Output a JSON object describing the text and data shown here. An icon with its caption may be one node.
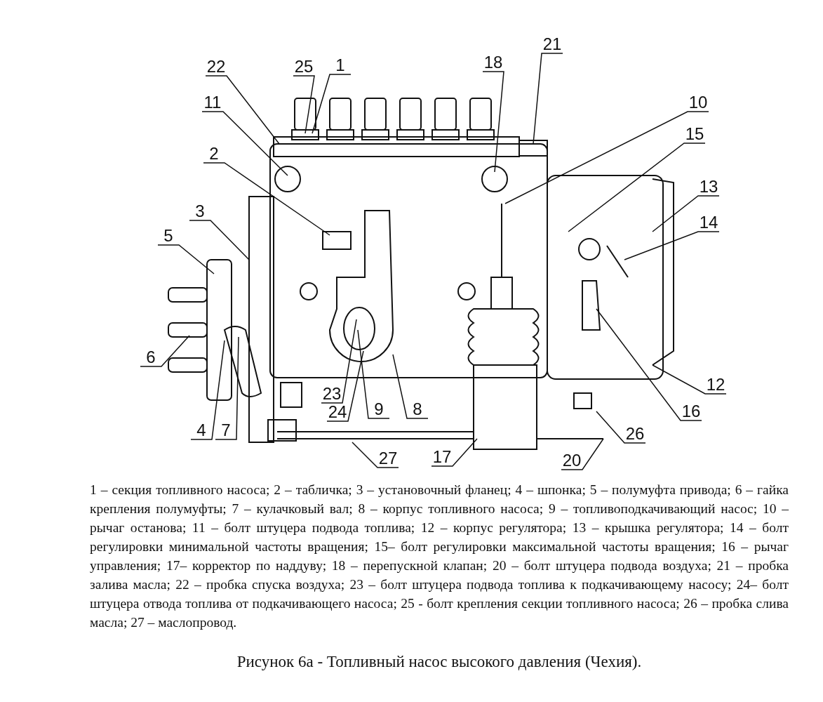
{
  "diagram": {
    "caption": "Рисунок 6а - Топливный насос высокого давления (Чехия).",
    "nodes": [
      {
        "text": [
          "21"
        ]
      },
      {
        "text": [
          "22"
        ]
      },
      {
        "text": [
          "25"
        ]
      },
      {
        "text": [
          "1"
        ]
      },
      {
        "text": [
          "18"
        ]
      },
      {
        "text": [
          "11"
        ]
      },
      {
        "text": [
          "10"
        ]
      },
      {
        "text": [
          "15"
        ]
      },
      {
        "text": [
          "2"
        ]
      },
      {
        "text": [
          "13"
        ]
      },
      {
        "text": [
          "3"
        ]
      },
      {
        "text": [
          "14"
        ]
      },
      {
        "text": [
          "5"
        ]
      },
      {
        "text": [
          "6"
        ]
      },
      {
        "text": [
          "23"
        ]
      },
      {
        "text": [
          "24"
        ]
      },
      {
        "text": [
          "9"
        ]
      },
      {
        "text": [
          "8"
        ]
      },
      {
        "text": [
          "12"
        ]
      },
      {
        "text": [
          "16"
        ]
      },
      {
        "text": [
          "4"
        ]
      },
      {
        "text": [
          "7"
        ]
      },
      {
        "text": [
          "26"
        ]
      },
      {
        "text": [
          "27"
        ]
      },
      {
        "text": [
          "17"
        ]
      },
      {
        "text": [
          "20"
        ]
      }
    ],
    "edges": [
      {
        "from": 0,
        "to": null,
        "arrow": "none"
      },
      {
        "from": 1,
        "to": null,
        "arrow": "none"
      },
      {
        "from": 2,
        "to": null,
        "arrow": "none"
      },
      {
        "from": 3,
        "to": null,
        "arrow": "none"
      },
      {
        "from": 4,
        "to": null,
        "arrow": "none"
      },
      {
        "from": 5,
        "to": null,
        "arrow": "none"
      },
      {
        "from": 6,
        "to": null,
        "arrow": "none"
      },
      {
        "from": 7,
        "to": null,
        "arrow": "none"
      },
      {
        "from": 8,
        "to": null,
        "arrow": "none"
      },
      {
        "from": 9,
        "to": null,
        "arrow": "none"
      },
      {
        "from": 10,
        "to": null,
        "arrow": "none"
      },
      {
        "from": 11,
        "to": null,
        "arrow": "none"
      },
      {
        "from": 12,
        "to": null,
        "arrow": "none"
      },
      {
        "from": 13,
        "to": null,
        "arrow": "none"
      },
      {
        "from": 14,
        "to": null,
        "arrow": "none"
      },
      {
        "from": 15,
        "to": null,
        "arrow": "none"
      },
      {
        "from": 16,
        "to": null,
        "arrow": "none"
      },
      {
        "from": 17,
        "to": null,
        "arrow": "none"
      },
      {
        "from": 18,
        "to": null,
        "arrow": "none"
      },
      {
        "from": 19,
        "to": null,
        "arrow": "none"
      },
      {
        "from": 20,
        "to": null,
        "arrow": "none"
      },
      {
        "from": 21,
        "to": null,
        "arrow": "none"
      },
      {
        "from": 22,
        "to": null,
        "arrow": "none"
      },
      {
        "from": 23,
        "to": null,
        "arrow": "none"
      },
      {
        "from": 24,
        "to": null,
        "arrow": "none"
      },
      {
        "from": 25,
        "to": null,
        "arrow": "none"
      }
    ],
    "labels": [
      "1 – секция топливного насоса; 2 – табличка; 3 – установочный фланец; 4 – шпонка; 5 – полумуфта привода; 6 – гайка крепления полумуфты; 7 – кулачковый вал; 8 – корпус топливного насоса; 9 – топливоподкачивающий насос; 10 – рычаг останова; 11 – болт штуцера подвода топлива; 12 – корпус регулятора; 13 – крышка регулятора; 14 – болт регулировки минимальной частоты вращения; 15– болт регулировки максимальной частоты вращения; 16 – рычаг управления; 17– корректор по наддуву; 18 – перепускной клапан; 20 – болт штуцера подвода воздуха; 21 – пробка залива масла; 22 – пробка спуска воздуха; 23 – болт штуцера подвода топлива к подкачивающему насосу; 24– болт штуцера отвода топлива от подкачивающего насоса; 25 - болт крепления секции топливного насоса; 26 – пробка слива масла; 27 – маслопровод."
    ]
  }
}
